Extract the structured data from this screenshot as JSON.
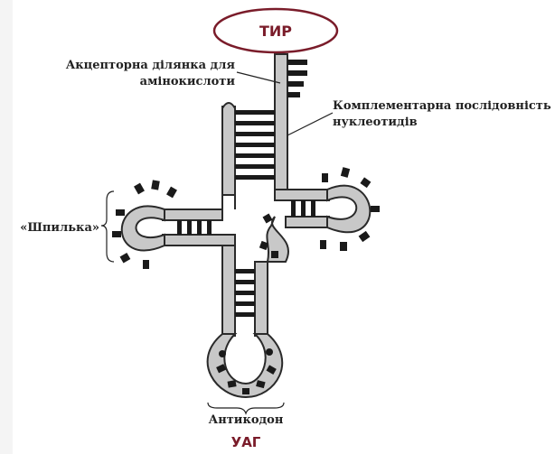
{
  "amino_acid": {
    "label": "ТИР",
    "color": "#7a1c2a"
  },
  "labels": {
    "acceptor_line1": "Акцепторна ділянка для",
    "acceptor_line2": "амінокислоти",
    "complementary_line1": "Комплементарна послідовність",
    "complementary_line2": "нуклеотидів",
    "hairpin": "«Шпилька»",
    "anticodon": "Антикодон"
  },
  "codon": {
    "label": "УАГ",
    "color": "#7a1c2a"
  },
  "colors": {
    "strand_fill": "#c8c8c8",
    "strand_outline": "#2a2a2a",
    "base": "#1a1a1a"
  }
}
